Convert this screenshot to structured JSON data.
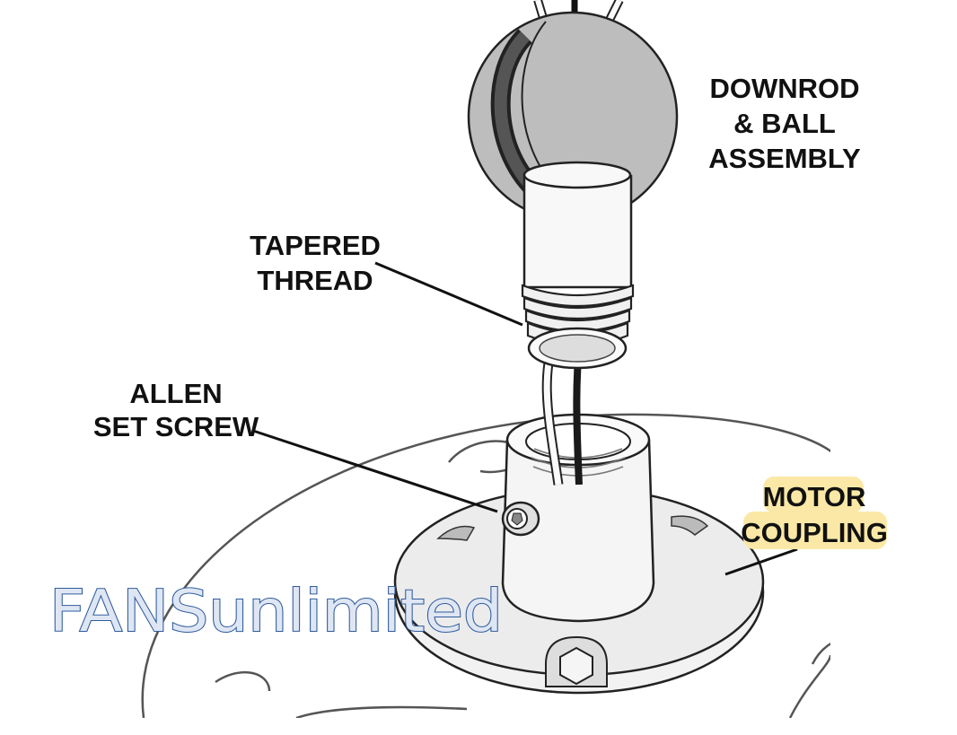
{
  "labels": {
    "downrod": [
      "DOWNROD",
      "& BALL",
      "ASSEMBLY"
    ],
    "tapered_thread": [
      "TAPERED",
      "THREAD"
    ],
    "allen_set_screw": [
      "ALLEN",
      "SET SCREW"
    ],
    "motor_coupling": [
      "MOTOR",
      "COUPLING"
    ]
  },
  "watermark": "FANSunlimited",
  "colors": {
    "highlight": "#fbe8a6",
    "ball_fill": "#bdbdbd",
    "coupling_fill": "#ececec",
    "watermark_text": "#dfe6f3",
    "watermark_stroke": "#2f5c9c"
  }
}
